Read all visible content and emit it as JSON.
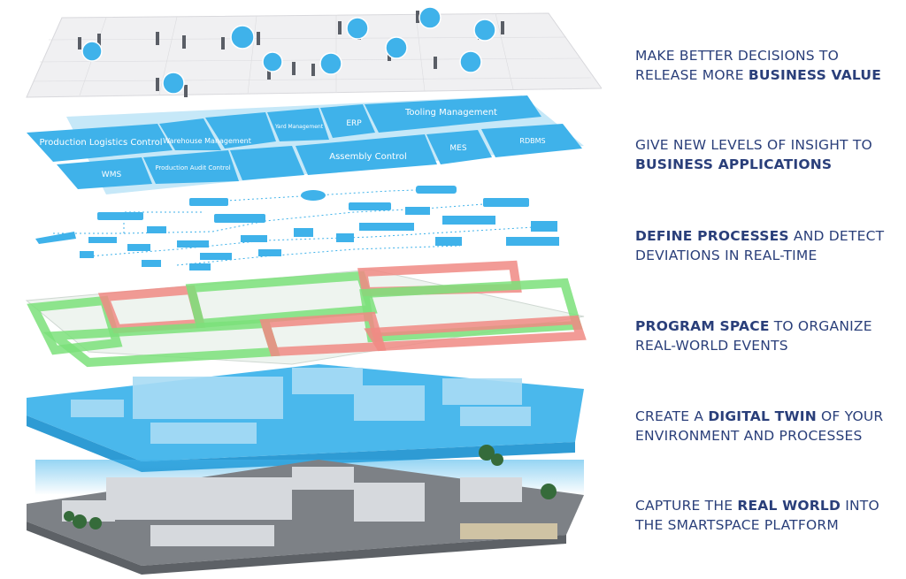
{
  "captions": [
    {
      "pre": "MAKE BETTER DECISIONS TO RELEASE MORE ",
      "bold": "BUSINESS VALUE",
      "post": ""
    },
    {
      "pre": "GIVE NEW LEVELS OF INSIGHT TO ",
      "bold": "BUSINESS APPLICATIONS",
      "post": ""
    },
    {
      "pre": "",
      "bold": "DEFINE PROCESSES",
      "post": " AND DETECT DEVIATIONS IN REAL-TIME"
    },
    {
      "pre": "",
      "bold": "PROGRAM SPACE",
      "post": " TO ORGANIZE REAL-WORLD EVENTS"
    },
    {
      "pre": "CREATE A ",
      "bold": "DIGITAL TWIN",
      "post": " OF YOUR ENVIRONMENT AND PROCESSES"
    },
    {
      "pre": "CAPTURE THE ",
      "bold": "REAL WORLD",
      "post": " INTO THE SMARTSPACE PLATFORM"
    }
  ],
  "apps": {
    "production_logistics": "Production Logistics Control",
    "warehouse": "Warehouse Management",
    "yard": "Yard Management",
    "tooling": "Tooling Management",
    "wms": "WMS",
    "audit": "Production Audit Control",
    "erp": "ERP",
    "assembly": "Assembly Control",
    "mes": "MES",
    "rdbms": "RDBMS"
  },
  "colors": {
    "accent": "#3fb2ea",
    "text": "#2a3f7a",
    "green": "#7be07a",
    "red": "#f08a84"
  }
}
